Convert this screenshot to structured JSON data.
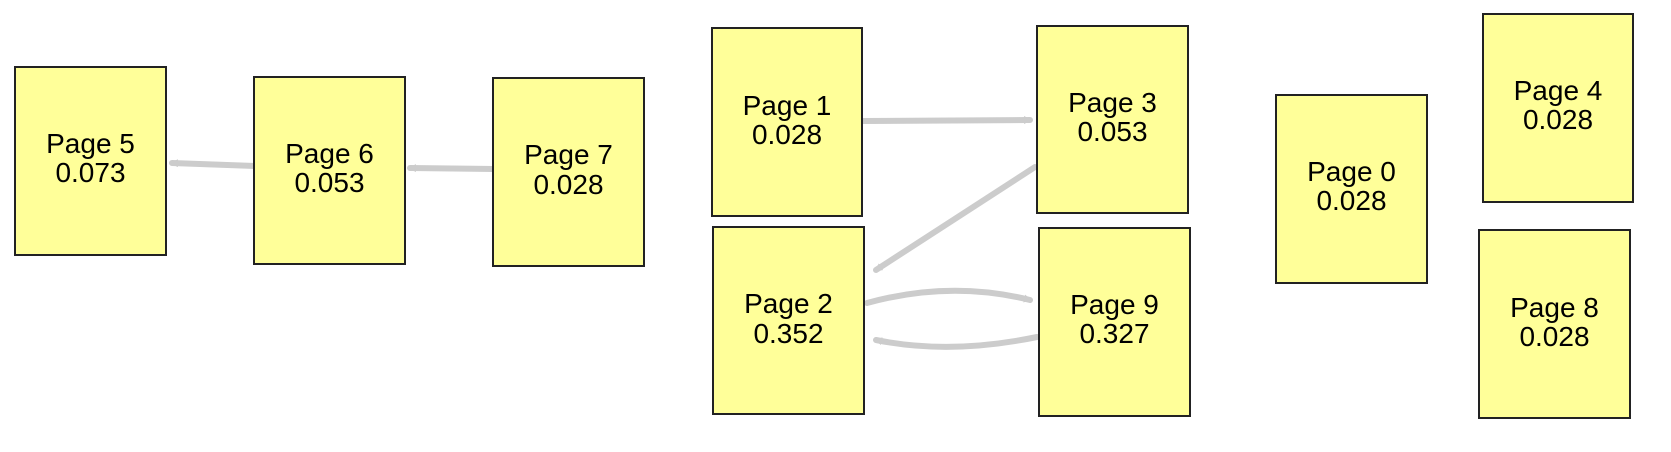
{
  "colors": {
    "node_fill": "#ffff99",
    "node_border": "#222222",
    "edge": "#cccccc"
  },
  "nodes": [
    {
      "id": "page-0",
      "label": "Page 0",
      "value": "0.028"
    },
    {
      "id": "page-1",
      "label": "Page 1",
      "value": "0.028"
    },
    {
      "id": "page-2",
      "label": "Page 2",
      "value": "0.352"
    },
    {
      "id": "page-3",
      "label": "Page 3",
      "value": "0.053"
    },
    {
      "id": "page-4",
      "label": "Page 4",
      "value": "0.028"
    },
    {
      "id": "page-5",
      "label": "Page 5",
      "value": "0.073"
    },
    {
      "id": "page-6",
      "label": "Page 6",
      "value": "0.053"
    },
    {
      "id": "page-7",
      "label": "Page 7",
      "value": "0.028"
    },
    {
      "id": "page-8",
      "label": "Page 8",
      "value": "0.028"
    },
    {
      "id": "page-9",
      "label": "Page 9",
      "value": "0.327"
    }
  ],
  "edges": [
    {
      "from": "page-6",
      "to": "page-5"
    },
    {
      "from": "page-7",
      "to": "page-6"
    },
    {
      "from": "page-1",
      "to": "page-3"
    },
    {
      "from": "page-3",
      "to": "page-2"
    },
    {
      "from": "page-2",
      "to": "page-9"
    },
    {
      "from": "page-9",
      "to": "page-2"
    }
  ]
}
